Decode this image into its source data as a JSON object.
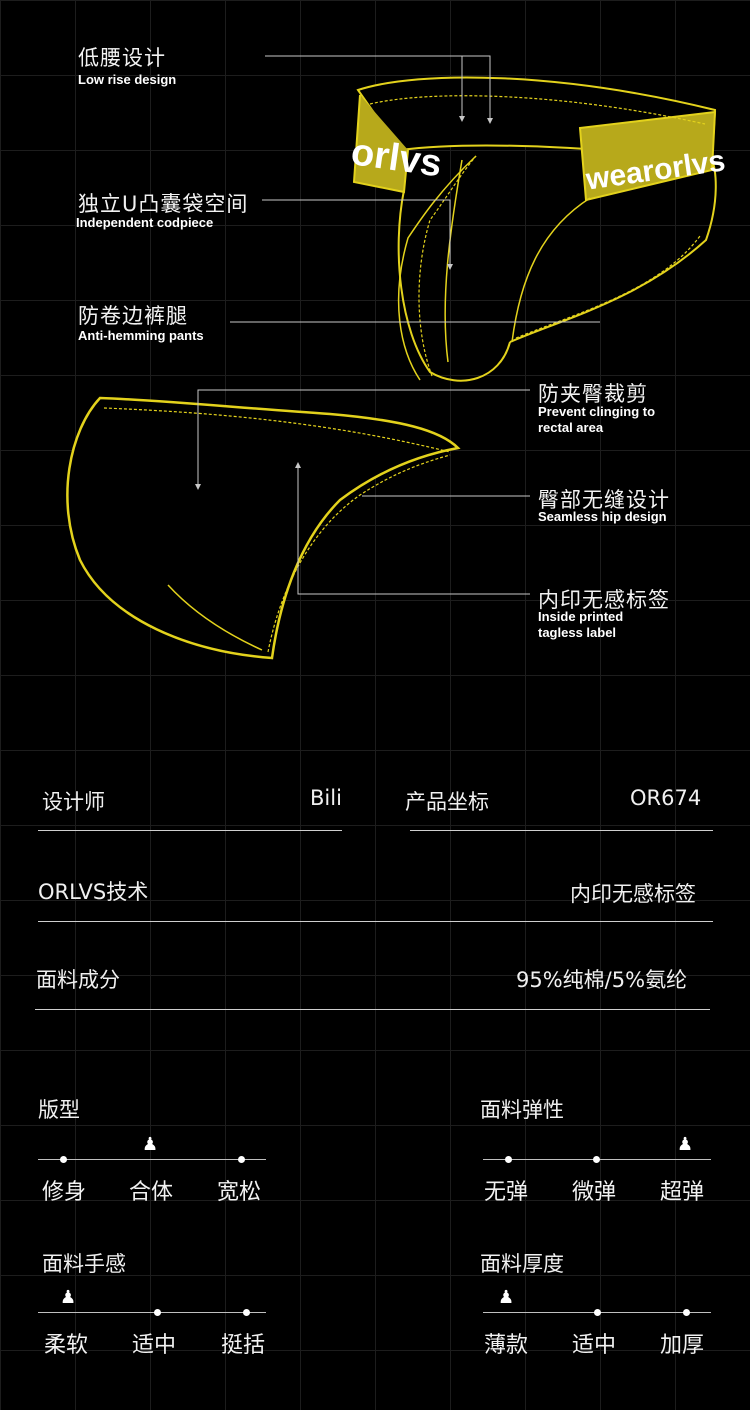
{
  "callouts": [
    {
      "cn": "低腰设计",
      "en": "Low rise design"
    },
    {
      "cn": "独立U凸囊袋空间",
      "en": "Independent codpiece"
    },
    {
      "cn": "防卷边裤腿",
      "en": "Anti-hemming pants"
    },
    {
      "cn": "防夹臀裁剪",
      "en": "Prevent clinging to rectal area"
    },
    {
      "cn": "臀部无缝设计",
      "en": "Seamless hip design"
    },
    {
      "cn": "内印无感标签",
      "en": "Inside printed tagless label"
    }
  ],
  "brand": {
    "waistband_text_left": "orlvs",
    "waistband_text_right": "wearorlvs"
  },
  "specs": {
    "designer_label": "设计师",
    "designer_value": "Bili",
    "product_label": "产品坐标",
    "product_value": "OR674",
    "tech_label": "ORLVS技术",
    "tech_value": "内印无感标签",
    "fabric_label": "面料成分",
    "fabric_value": "95%纯棉/5%氨纶"
  },
  "scales": [
    {
      "title": "版型",
      "options": [
        "修身",
        "合体",
        "宽松"
      ],
      "selected_index": 1
    },
    {
      "title": "面料弹性",
      "options": [
        "无弹",
        "微弹",
        "超弹"
      ],
      "selected_index": 2
    },
    {
      "title": "面料手感",
      "options": [
        "柔软",
        "适中",
        "挺括"
      ],
      "selected_index": 0
    },
    {
      "title": "面料厚度",
      "options": [
        "薄款",
        "适中",
        "加厚"
      ],
      "selected_index": 0
    }
  ],
  "colors": {
    "accent": "#e3d21c",
    "band": "#b7a91b",
    "background": "#000000"
  }
}
